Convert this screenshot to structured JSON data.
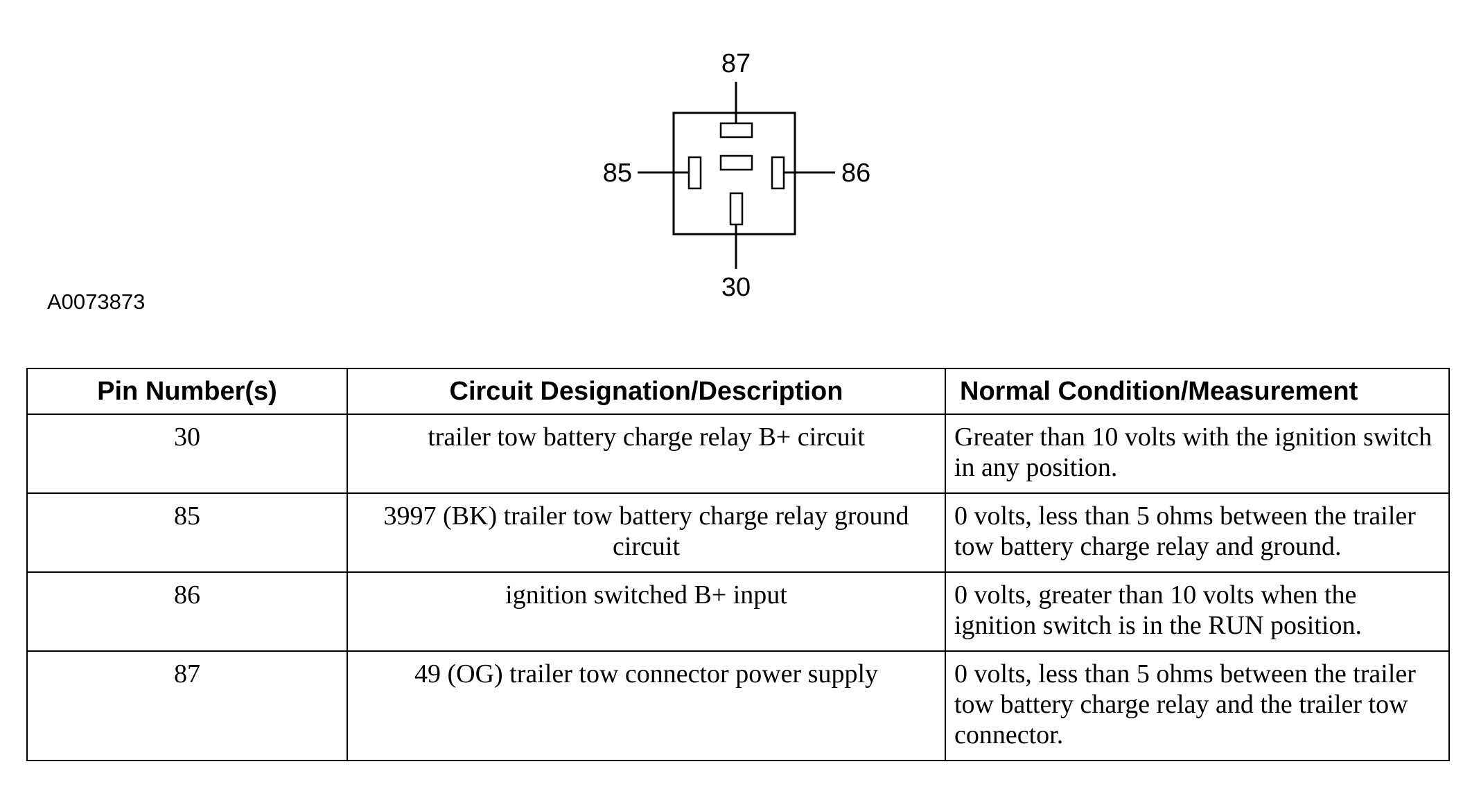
{
  "figure_id": "A0073873",
  "connector": {
    "pins": {
      "top": "87",
      "left": "85",
      "right": "86",
      "bottom": "30"
    }
  },
  "table": {
    "headers": {
      "pin": "Pin Number(s)",
      "circuit": "Circuit Designation/Description",
      "condition": "Normal Condition/Measurement"
    },
    "rows": [
      {
        "pin": "30",
        "circuit": "trailer tow battery charge relay B+ circuit",
        "condition": "Greater than 10 volts with the ignition switch in any position."
      },
      {
        "pin": "85",
        "circuit": "3997 (BK) trailer tow battery charge relay ground circuit",
        "condition": "0 volts, less than 5 ohms between the trailer tow battery charge relay and ground."
      },
      {
        "pin": "86",
        "circuit": "ignition switched B+ input",
        "condition": "0 volts, greater than 10 volts when the ignition switch is in the RUN position."
      },
      {
        "pin": "87",
        "circuit": "49 (OG) trailer tow connector power supply",
        "condition": "0 volts, less than 5 ohms between the trailer tow battery charge relay and the trailer tow connector."
      }
    ]
  }
}
